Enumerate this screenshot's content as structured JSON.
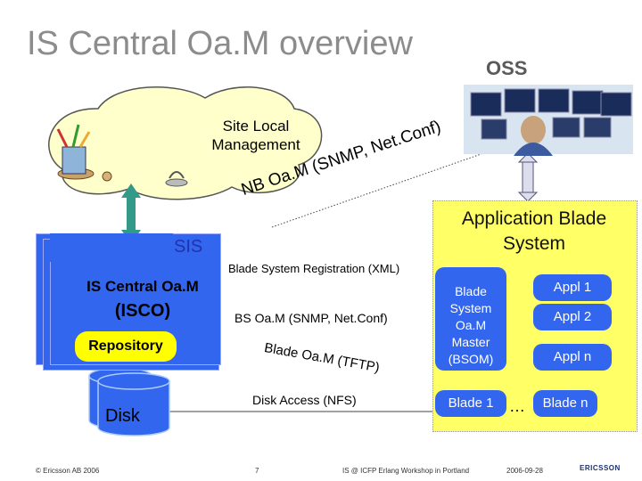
{
  "title": "IS Central Oa.M overview",
  "oss_label": "OSS",
  "site_local": "Site Local Management",
  "nb_oam": "NB Oa.M (SNMP, Net.Conf)",
  "application_blade_system": "Application Blade System",
  "sis_label": "SIS",
  "isco_title": "IS Central Oa.M",
  "isco_sub": "(ISCO)",
  "repository": "Repository",
  "disk": "Disk",
  "blade_registration": "Blade System Registration (XML)",
  "bs_oam": "BS Oa.M (SNMP, Net.Conf)",
  "blade_oam_tftp": "Blade Oa.M (TFTP)",
  "disk_access": "Disk Access (NFS)",
  "bsom": "Blade System Oa.M Master (BSOM)",
  "appl_1": "Appl 1",
  "appl_2": "Appl 2",
  "appl_n": "Appl n",
  "blade_1": "Blade 1",
  "ellipsis": "…",
  "blade_n": "Blade n",
  "footer": {
    "copyright": "© Ericsson AB 2006",
    "page": "7",
    "event": "IS @ ICFP Erlang Workshop in Portland",
    "date": "2006-09-28",
    "logo": "ERICSSON"
  },
  "colors": {
    "blade_blue": "#3366ee",
    "repository_yellow": "#ffff00",
    "blade_box_yellow": "#ffff66",
    "connector_green": "#339988",
    "cloud_fill": "#ffffcc"
  }
}
